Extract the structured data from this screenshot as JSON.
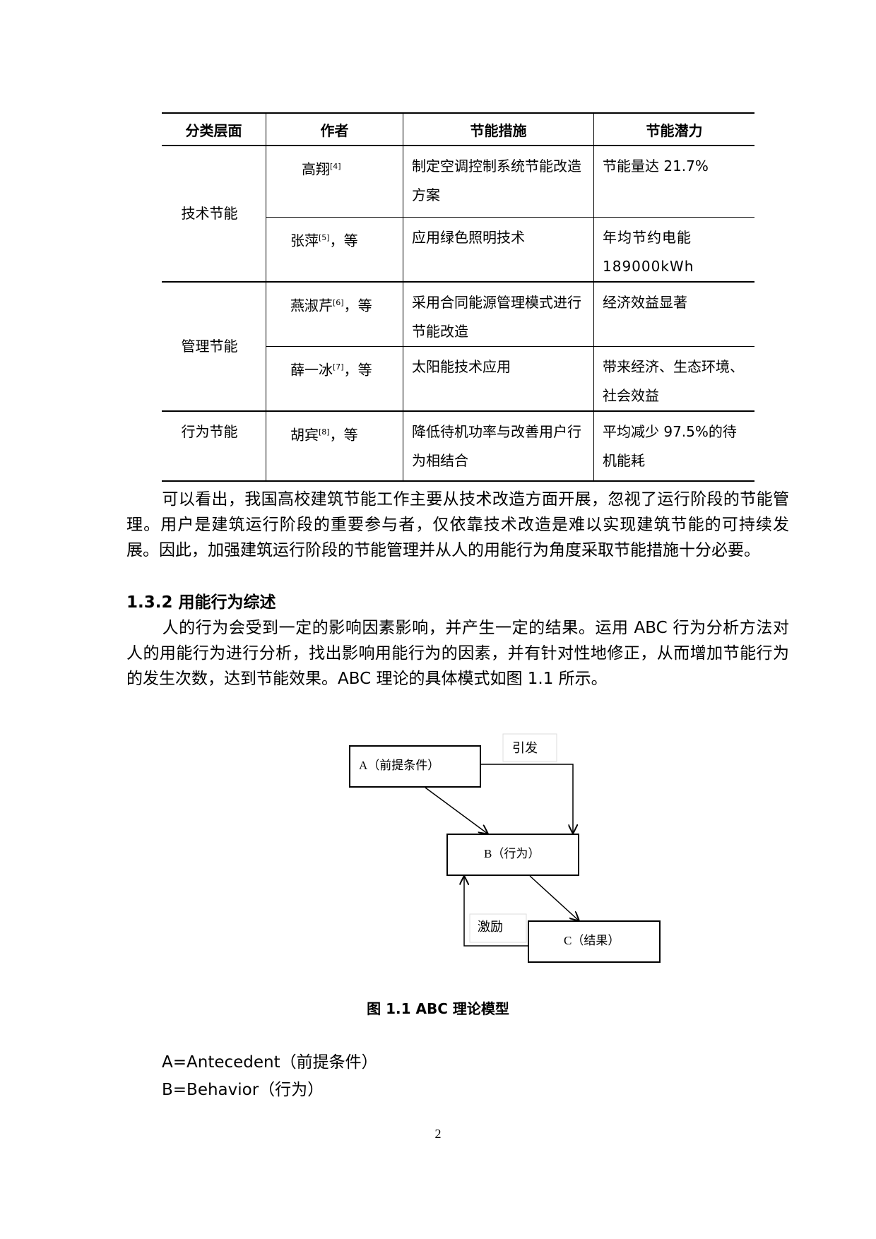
{
  "table": {
    "headers": [
      "分类层面",
      "作者",
      "节能措施",
      "节能潜力"
    ],
    "rows": [
      {
        "category": "技术节能",
        "author": "高翔",
        "ref": "[4]",
        "suffix": "",
        "measure": "制定空调控制系统节能改造方案",
        "potential": "节能量达 21.7%"
      },
      {
        "category": "",
        "author": "张萍",
        "ref": "[5]",
        "suffix": "，等",
        "measure": "应用绿色照明技术",
        "potential": "年均节约电能 189000kWh"
      },
      {
        "category": "管理节能",
        "author": "燕淑芹",
        "ref": "[6]",
        "suffix": "，等",
        "measure": "采用合同能源管理模式进行节能改造",
        "potential": "经济效益显著"
      },
      {
        "category": "",
        "author": "薛一冰",
        "ref": "[7]",
        "suffix": "，等",
        "measure": "太阳能技术应用",
        "potential": "带来经济、生态环境、社会效益"
      },
      {
        "category": "行为节能",
        "author": "胡宾",
        "ref": "[8]",
        "suffix": "，等",
        "measure": "降低待机功率与改善用户行为相结合",
        "potential": "平均减少 97.5%的待机能耗"
      }
    ]
  },
  "paragraph1": "可以看出，我国高校建筑节能工作主要从技术改造方面开展，忽视了运行阶段的节能管理。用户是建筑运行阶段的重要参与者，仅依靠技术改造是难以实现建筑节能的可持续发展。因此，加强建筑运行阶段的节能管理并从人的用能行为角度采取节能措施十分必要。",
  "heading": "1.3.2 用能行为综述",
  "paragraph2": "人的行为会受到一定的影响因素影响，并产生一定的结果。运用 ABC 行为分析方法对人的用能行为进行分析，找出影响用能行为的因素，并有针对性地修正，从而增加节能行为的发生次数，达到节能效果。ABC 理论的具体模式如图 1.1 所示。",
  "diagram": {
    "box_a": "A（前提条件）",
    "box_b": "B（行为）",
    "box_c": "C（结果）",
    "label_trigger": "引发",
    "label_motivate": "激励"
  },
  "caption": "图 1.1  ABC 理论模型",
  "definitions": [
    "A=Antecedent（前提条件）",
    "B=Behavior（行为）"
  ],
  "page_number": "2"
}
